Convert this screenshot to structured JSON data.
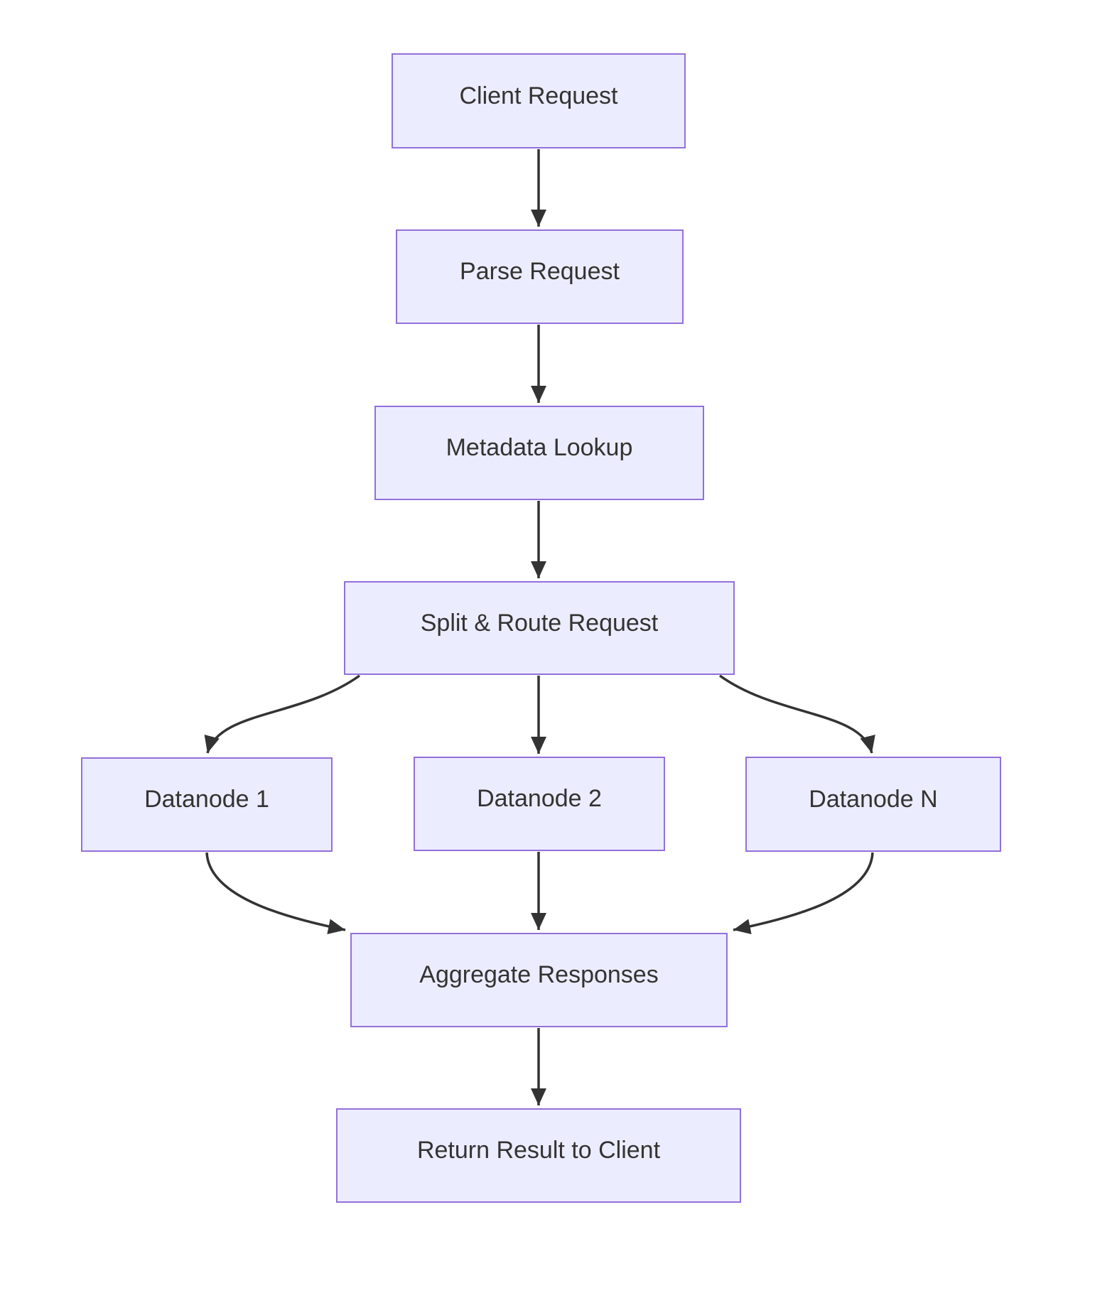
{
  "diagram": {
    "type": "flowchart",
    "direction": "top-down",
    "colors": {
      "background": "#FFFFFF",
      "node_fill": "#ECECFF",
      "node_border": "#9370DB",
      "edge": "#333333",
      "text": "#333333"
    },
    "nodes": [
      {
        "id": "client",
        "label": "Client Request"
      },
      {
        "id": "parse",
        "label": "Parse Request"
      },
      {
        "id": "metadata",
        "label": "Metadata Lookup"
      },
      {
        "id": "split",
        "label": "Split & Route Request"
      },
      {
        "id": "datanode1",
        "label": "Datanode 1"
      },
      {
        "id": "datanode2",
        "label": "Datanode 2"
      },
      {
        "id": "datanodeN",
        "label": "Datanode N"
      },
      {
        "id": "aggregate",
        "label": "Aggregate Responses"
      },
      {
        "id": "return",
        "label": "Return Result to Client"
      }
    ],
    "edges": [
      {
        "from": "client",
        "to": "parse"
      },
      {
        "from": "parse",
        "to": "metadata"
      },
      {
        "from": "metadata",
        "to": "split"
      },
      {
        "from": "split",
        "to": "datanode1"
      },
      {
        "from": "split",
        "to": "datanode2"
      },
      {
        "from": "split",
        "to": "datanodeN"
      },
      {
        "from": "datanode1",
        "to": "aggregate"
      },
      {
        "from": "datanode2",
        "to": "aggregate"
      },
      {
        "from": "datanodeN",
        "to": "aggregate"
      },
      {
        "from": "aggregate",
        "to": "return"
      }
    ]
  }
}
